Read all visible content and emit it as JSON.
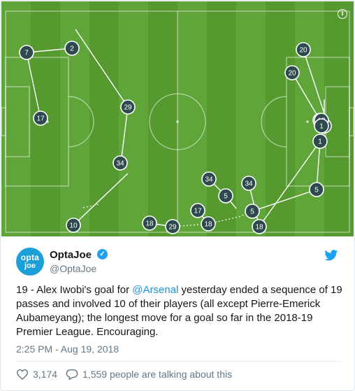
{
  "tweet": {
    "display_name": "OptaJoe",
    "handle": "@OptaJoe",
    "avatar_line1": "opta",
    "avatar_line2": "joe",
    "text_before": "19 - Alex Iwobi's goal for ",
    "mention": "@Arsenal",
    "text_after": " yesterday ended a sequence of 19 passes and involved 10 of their players (all except Pierre-Emerick Aubameyang); the longest move for a goal so far in the 2018-19 Premier League. Encouraging.",
    "timestamp": "2:25 PM - Aug 19, 2018",
    "likes": "3,174",
    "talking": "1,559 people are talking about this"
  },
  "pitch": {
    "players": [
      "10",
      "18",
      "29",
      "18",
      "5",
      "18",
      "5",
      "1",
      "17",
      "5",
      "34",
      "34",
      "5",
      "17",
      "34",
      "29",
      "2",
      "7",
      "17",
      "20",
      "20",
      "17",
      "1"
    ],
    "info_label": "i"
  },
  "colors": {
    "pitch_light": "#5fa53a",
    "pitch_dark": "#55992f",
    "marker": "#2f4a4f",
    "link": "#1b95e0",
    "twitter_blue": "#1da1f2"
  }
}
